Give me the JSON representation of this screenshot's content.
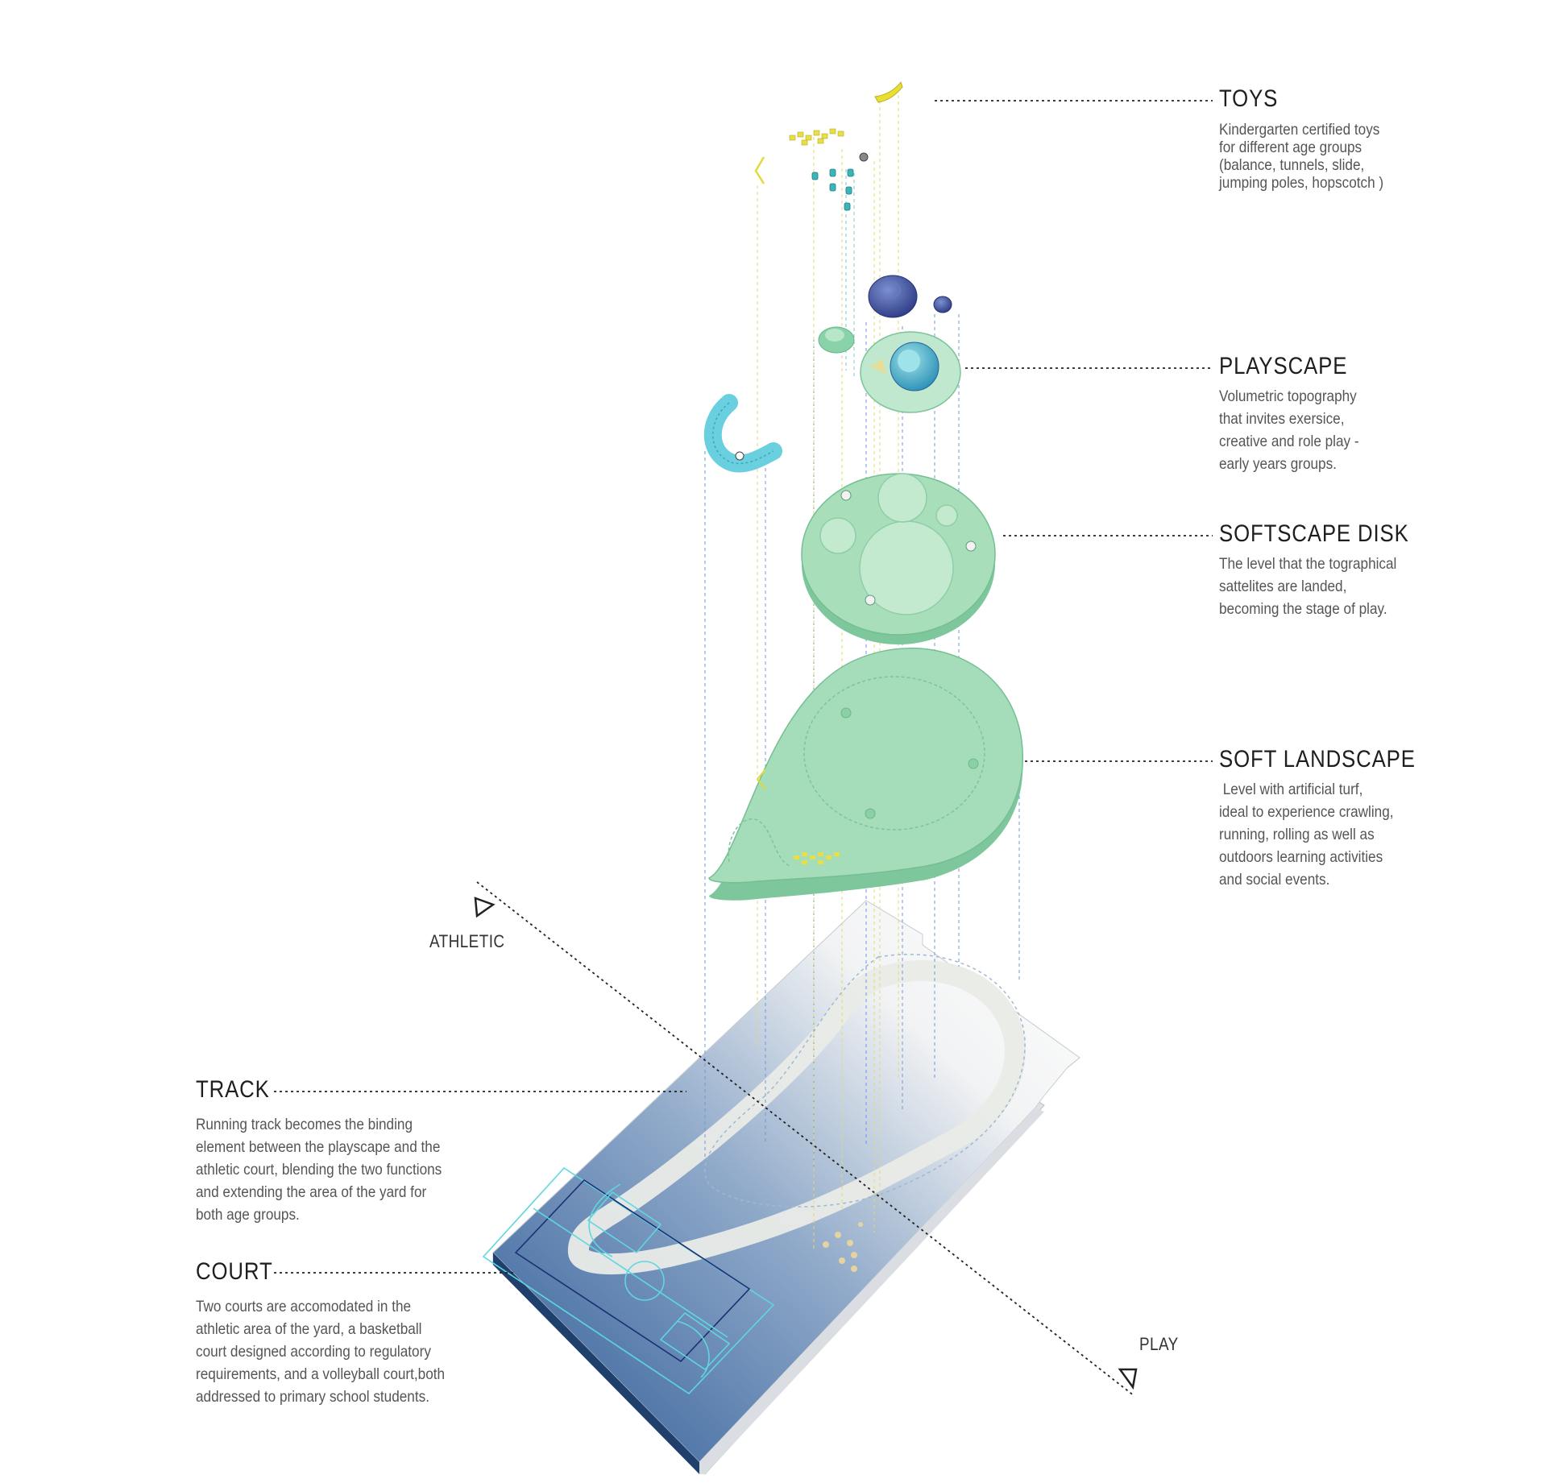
{
  "labels": {
    "toys": {
      "title": "TOYS",
      "lines": [
        "Kindergarten certified toys",
        "for different age groups",
        "(balance, tunnels, slide,",
        "jumping poles, hopscotch )"
      ]
    },
    "playscape": {
      "title": "PLAYSCAPE",
      "lines": [
        "Volumetric topography",
        "that invites exersice,",
        "creative and role play -",
        "early years groups."
      ]
    },
    "softscape_disk": {
      "title": "SOFTSCAPE DISK",
      "lines": [
        "The level that the tographical",
        "sattelites are landed,",
        "becoming the stage of play."
      ]
    },
    "soft_landscape": {
      "title": "SOFT LANDSCAPE",
      "lines": [
        " Level with artificial turf,",
        "ideal to experience crawling,",
        "running, rolling as well as",
        "outdoors learning activities",
        "and social events."
      ]
    },
    "track": {
      "title": "TRACK",
      "lines": [
        "Running track becomes the binding",
        "element between the playscape and the",
        "athletic court, blending the two functions",
        "and extending the area of the yard for",
        "both age groups."
      ]
    },
    "court": {
      "title": "COURT",
      "lines": [
        "Two courts are accomodated in the",
        "athletic area of the yard, a basketball",
        "court designed according to regulatory",
        "requirements, and a volleyball court,both",
        "addressed to primary school students."
      ]
    }
  },
  "axis": {
    "athletic": "ATHLETIC",
    "play": "PLAY"
  },
  "colors": {
    "turf_green": "#9dd9b4",
    "turf_green_dark": "#6cbf8e",
    "court_blue": "#2b5c9a",
    "track_white": "#e9ebe7",
    "toy_yellow": "#e3de3a",
    "toy_teal": "#3ab5b8",
    "playscape_navy": "#3c4f9a",
    "leader_line": "#222222"
  }
}
